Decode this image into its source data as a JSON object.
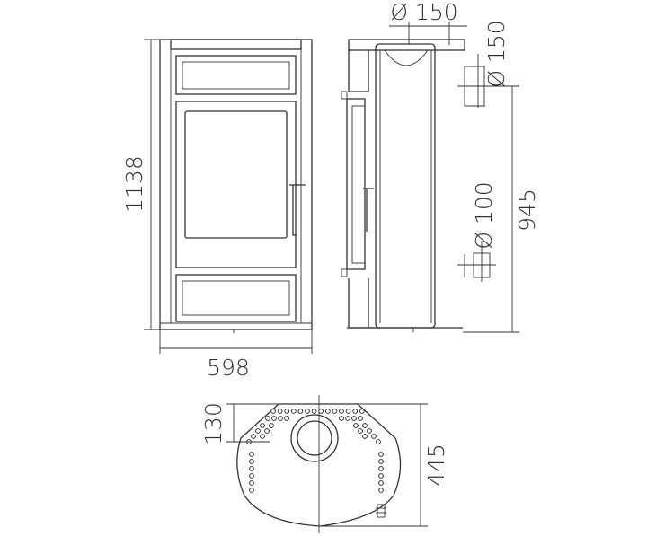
{
  "dimensions": {
    "front_height": "1138",
    "front_width": "598",
    "side_top_flue": "Ø 150",
    "side_rear_flue": "Ø 150",
    "side_air_inlet": "Ø 100",
    "side_height": "945",
    "plan_depth_offset": "130",
    "plan_depth": "445"
  },
  "colors": {
    "line": "#333333",
    "background": "#ffffff"
  }
}
